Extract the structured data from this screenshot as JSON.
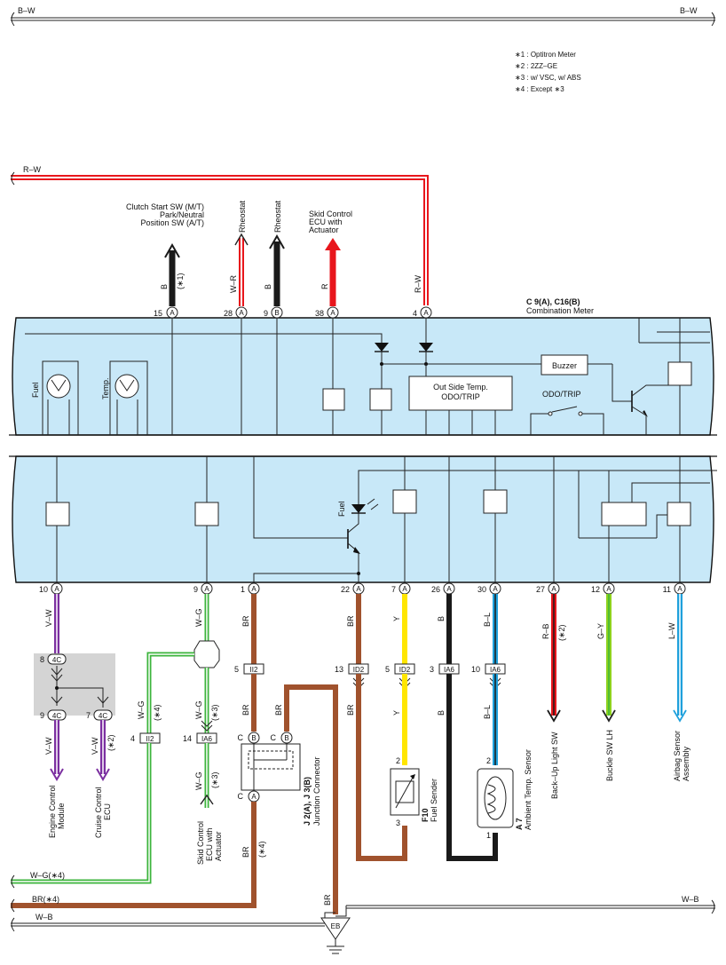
{
  "notes": [
    "∗1 : Optitron Meter",
    "∗2 : 2ZZ–GE",
    "∗3 : w/ VSC,  w/ ABS",
    "∗4 : Except ∗3"
  ],
  "top_bus": {
    "left": "B–W",
    "right": "B–W"
  },
  "rw_line": "R–W",
  "meter": {
    "ref": "C 9(A), C16(B)",
    "name": "Combination Meter"
  },
  "inside": {
    "fuel": "Fuel",
    "temp": "Temp.",
    "outside_l1": "Out Side Temp.",
    "outside_l2": "ODO/TRIP",
    "buzzer": "Buzzer",
    "odo": "ODO/TRIP",
    "fuel_led": "Fuel"
  },
  "dest_top": {
    "clutch": [
      "Clutch Start SW (M/T)",
      "Park/Neutral",
      "Position SW (A/T)"
    ],
    "rheo1": "Rheostat",
    "rheo2": "Rheostat",
    "skid": [
      "Skid Control",
      "ECU with",
      "Actuator"
    ]
  },
  "top_pins": [
    {
      "num": "15",
      "con": "A",
      "wire": "B",
      "note": "(∗1)"
    },
    {
      "num": "28",
      "con": "A",
      "wire": "W–R",
      "note": ""
    },
    {
      "num": "9",
      "con": "B",
      "wire": "B",
      "note": ""
    },
    {
      "num": "38",
      "con": "A",
      "wire": "R",
      "note": ""
    },
    {
      "num": "4",
      "con": "A",
      "wire": "R–W",
      "note": ""
    }
  ],
  "bottom_pins": [
    {
      "num": "10",
      "con": "A"
    },
    {
      "num": "9",
      "con": "A"
    },
    {
      "num": "1",
      "con": "A"
    },
    {
      "num": "22",
      "con": "A"
    },
    {
      "num": "7",
      "con": "A"
    },
    {
      "num": "26",
      "con": "A"
    },
    {
      "num": "30",
      "con": "A"
    },
    {
      "num": "27",
      "con": "A"
    },
    {
      "num": "12",
      "con": "A"
    },
    {
      "num": "11",
      "con": "A"
    }
  ],
  "bottom_wires": {
    "vw": "V–W",
    "wg": "W–G",
    "br": "BR",
    "y": "Y",
    "b": "B",
    "bl": "B–L",
    "rb": "R–B",
    "rb_note": "(∗2)",
    "gy": "G–Y",
    "lw": "L–W",
    "wg_note4": "(∗4)",
    "wg_note3": "(∗3)",
    "br_note4": "(∗4)",
    "vw_note2": "(∗2)"
  },
  "connectors": {
    "c4c": "4C",
    "pin8": "8",
    "pin9": "9",
    "pin7": "7",
    "ii2_5": {
      "num": "5",
      "label": "II2"
    },
    "ii2_4": {
      "num": "4",
      "label": "II2"
    },
    "ia6_14": {
      "num": "14",
      "label": "IA6"
    },
    "id2_13": {
      "num": "13",
      "label": "ID2"
    },
    "id2_5": {
      "num": "5",
      "label": "ID2"
    },
    "ia6_3": {
      "num": "3",
      "label": "IA6"
    },
    "ia6_10": {
      "num": "10",
      "label": "IA6"
    },
    "jc_c": "C",
    "jc_b": "B",
    "jc_a": "A",
    "jc_ref": "J 2(A), J 3(B)",
    "jc_name": "Junction Connector"
  },
  "components": {
    "f10_ref": "F10",
    "f10_name": "Fuel Sender",
    "f10_p2": "2",
    "f10_p3": "3",
    "a7_ref": "A 7",
    "a7_name": "Ambient Temp.  Sensor",
    "a7_p2": "2",
    "a7_p1": "1"
  },
  "dest_bottom": {
    "ecm": [
      "Engine Control",
      "Module"
    ],
    "cruise": [
      "Cruise Control",
      "ECU"
    ],
    "skid": [
      "Skid Control",
      "ECU with",
      "Actuator"
    ],
    "backup": "Back–Up Light SW",
    "buckle": "Buckle SW LH",
    "airbag": [
      "Airbag Sensor",
      "Assembly"
    ]
  },
  "buses": {
    "wg4": "W–G(∗4)",
    "br4": "BR(∗4)",
    "wb_left": "W–B",
    "wb_right": "W–B",
    "br_ground": "BR"
  },
  "ground": "EB",
  "wire_colors": {
    "B": "#1a1a1a",
    "R": "#e8161c",
    "W": "#ffffff",
    "BR": "#a0522d",
    "Y": "#ffe600",
    "V": "#7b2fa0",
    "G": "#3cb43c",
    "L": "#1ea0dc",
    "panel": "#c8e8f8"
  }
}
